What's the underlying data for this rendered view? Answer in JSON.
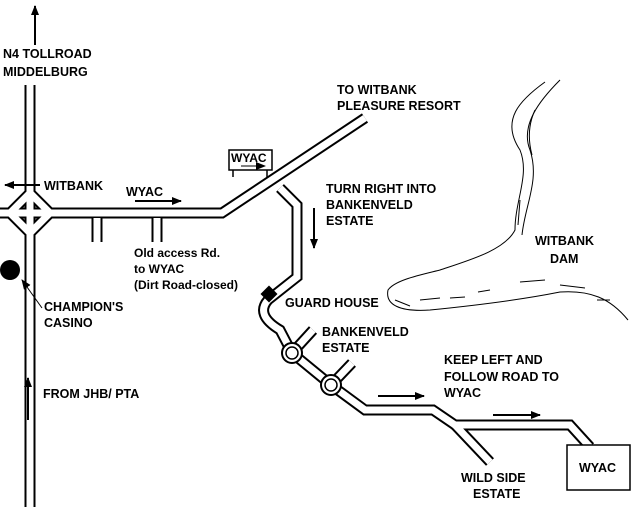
{
  "labels": {
    "n4_line1": "N4 TOLLROAD",
    "n4_line2": "MIDDELBURG",
    "witbank_dir": "WITBANK",
    "wyac_dir": "WYAC",
    "wyac_sign": "WYAC",
    "pleasure_line1": "TO WITBANK",
    "pleasure_line2": "PLEASURE RESORT",
    "turn_line1": "TURN RIGHT INTO",
    "turn_line2": "BANKENVELD",
    "turn_line3": "ESTATE",
    "old_access_line1": "Old access Rd.",
    "old_access_line2": "to WYAC",
    "old_access_line3": "(Dirt Road-closed)",
    "dam_line1": "WITBANK",
    "dam_line2": "DAM",
    "guard_house": "GUARD HOUSE",
    "casino_line1": "CHAMPION'S",
    "casino_line2": "CASINO",
    "bankenveld_line1": "BANKENVELD",
    "bankenveld_line2": "ESTATE",
    "keep_left_line1": "KEEP LEFT AND",
    "keep_left_line2": "FOLLOW ROAD TO",
    "keep_left_line3": "WYAC",
    "from_jhb": "FROM JHB/ PTA",
    "wild_side_line1": "WILD SIDE",
    "wild_side_line2": "ESTATE",
    "wyac_destination": "WYAC"
  },
  "colors": {
    "ink": "#000000",
    "background": "#ffffff"
  }
}
